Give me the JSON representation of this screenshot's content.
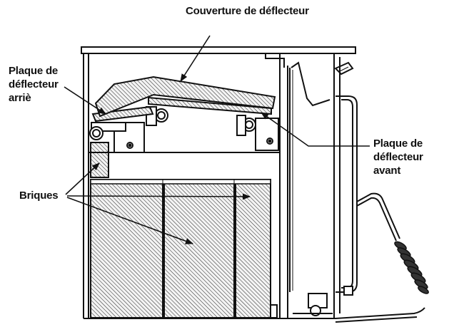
{
  "labels": {
    "cover": "Couverture de déflecteur",
    "rear_plate": [
      "Plaque de",
      "déflecteur",
      "arriè"
    ],
    "front_plate": [
      "Plaque de",
      "déflecteur",
      "avant"
    ],
    "bricks": "Briques"
  },
  "colors": {
    "line": "#111111",
    "hatch": "#222222",
    "background": "#ffffff"
  }
}
